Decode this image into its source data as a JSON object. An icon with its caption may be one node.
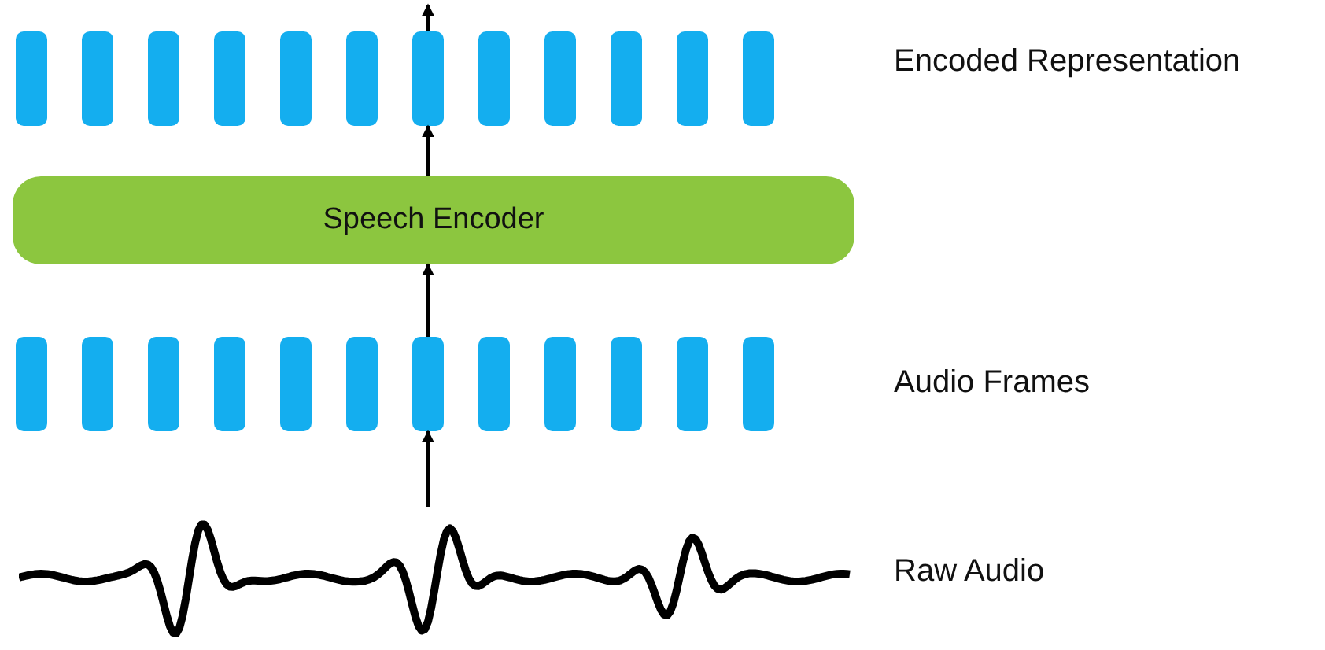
{
  "diagram": {
    "nodes": [
      {
        "text": [],
        "shape": "bar"
      },
      {
        "text": [],
        "shape": "bar"
      },
      {
        "text": [],
        "shape": "bar"
      },
      {
        "text": [],
        "shape": "bar"
      },
      {
        "text": [],
        "shape": "bar"
      },
      {
        "text": [],
        "shape": "bar"
      },
      {
        "text": [],
        "shape": "bar"
      },
      {
        "text": [],
        "shape": "bar"
      },
      {
        "text": [],
        "shape": "bar"
      },
      {
        "text": [],
        "shape": "bar"
      },
      {
        "text": [],
        "shape": "bar"
      },
      {
        "text": [],
        "shape": "bar"
      },
      {
        "text": [
          "Speech Encoder"
        ]
      },
      {
        "text": [],
        "shape": "bar"
      },
      {
        "text": [],
        "shape": "bar"
      },
      {
        "text": [],
        "shape": "bar"
      },
      {
        "text": [],
        "shape": "bar"
      },
      {
        "text": [],
        "shape": "bar"
      },
      {
        "text": [],
        "shape": "bar"
      },
      {
        "text": [],
        "shape": "bar"
      },
      {
        "text": [],
        "shape": "bar"
      },
      {
        "text": [],
        "shape": "bar"
      },
      {
        "text": [],
        "shape": "bar"
      },
      {
        "text": [],
        "shape": "bar"
      },
      {
        "text": [],
        "shape": "bar"
      },
      {
        "text": [],
        "shape": "picture"
      }
    ],
    "edges": [
      {
        "from": 25,
        "to": 19,
        "arrow": "to"
      },
      {
        "from": 19,
        "to": 12,
        "arrow": "to"
      },
      {
        "from": 12,
        "to": 6,
        "arrow": "to"
      },
      {
        "from": 6,
        "to": null,
        "arrow": "to"
      }
    ],
    "labels": [
      "Encoded Representation",
      "Audio Frames",
      "Raw Audio"
    ]
  }
}
